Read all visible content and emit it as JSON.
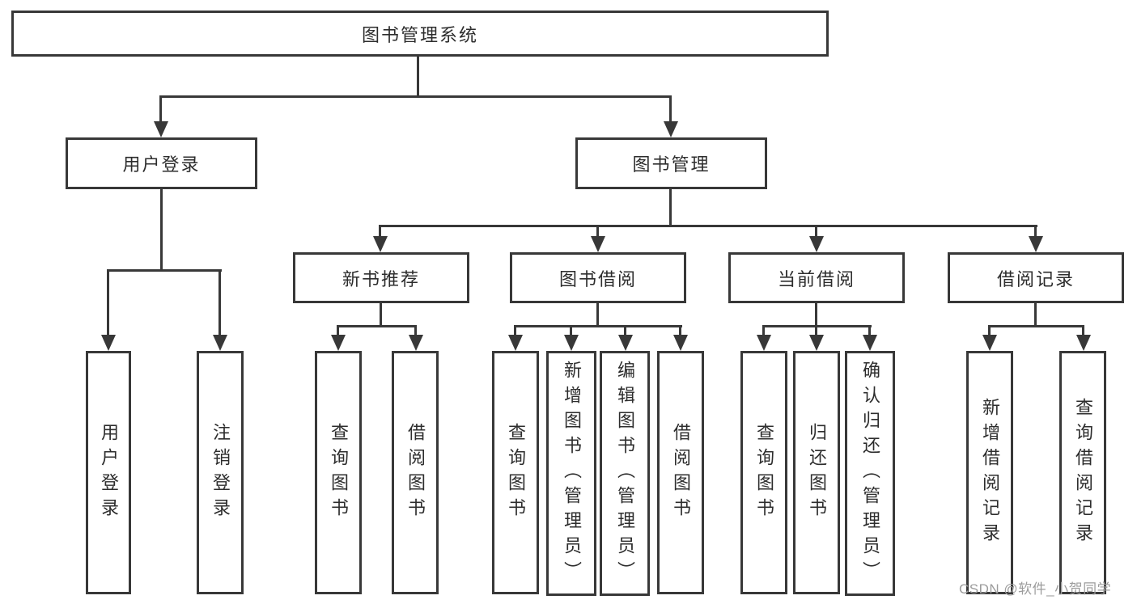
{
  "diagram": {
    "root": {
      "label": "图书管理系统"
    },
    "level2": [
      {
        "label": "用户登录"
      },
      {
        "label": "图书管理"
      }
    ],
    "level3": [
      {
        "label": "新书推荐"
      },
      {
        "label": "图书借阅"
      },
      {
        "label": "当前借阅"
      },
      {
        "label": "借阅记录"
      }
    ],
    "leaves": [
      {
        "label": "用户登录"
      },
      {
        "label": "注销登录"
      },
      {
        "label": "查询图书"
      },
      {
        "label": "借阅图书"
      },
      {
        "label": "查询图书"
      },
      {
        "label": "新增图书（管理员）"
      },
      {
        "label": "编辑图书（管理员）"
      },
      {
        "label": "借阅图书"
      },
      {
        "label": "查询图书"
      },
      {
        "label": "归还图书"
      },
      {
        "label": "确认归还（管理员）"
      },
      {
        "label": "新增借阅记录"
      },
      {
        "label": "查询借阅记录"
      }
    ]
  },
  "watermark": {
    "text": "CSDN @软件_小贺同学"
  },
  "colors": {
    "line": "#383838",
    "box_border": "#383838",
    "box_fill": "#ffffff",
    "text": "#2d2d2d",
    "watermark": "#9c9c9c",
    "background": "#ffffff"
  }
}
